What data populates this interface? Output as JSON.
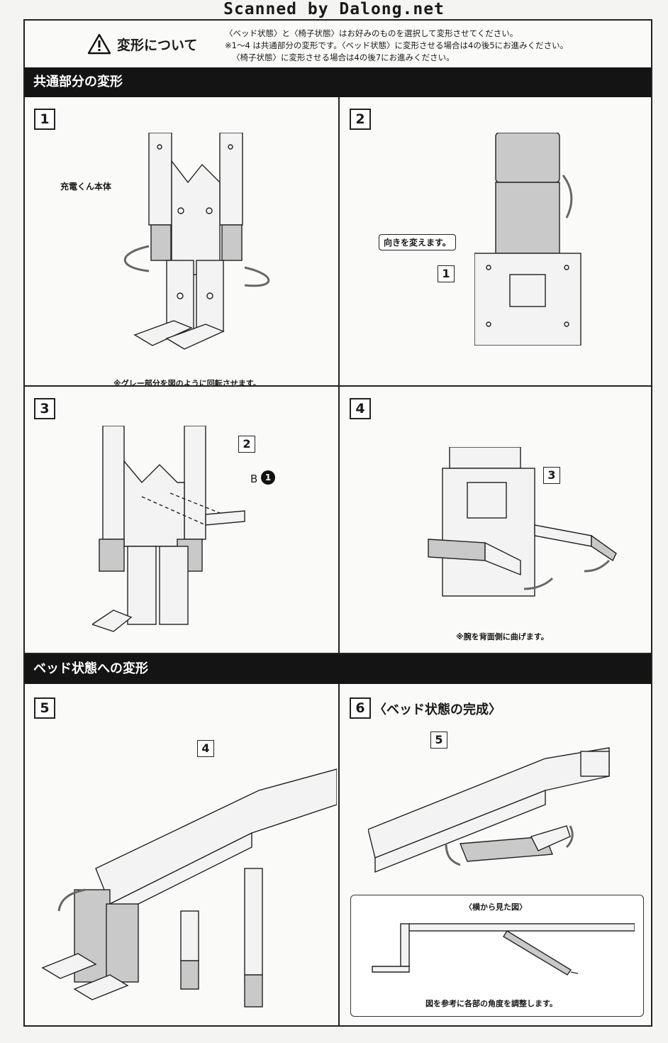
{
  "watermark": "Scanned by Dalong.net",
  "notice": {
    "title": "変形について",
    "line1": "〈ベッド状態〉と〈椅子状態〉はお好みのものを選択して変形させてください。",
    "line2": "※1〜4 は共通部分の変形です。〈ベッド状態〉に変形させる場合は4の後5にお進みください。",
    "line3": "〈椅子状態〉に変形させる場合は4の後7にお進みください。"
  },
  "sections": {
    "common": "共通部分の変形",
    "bed": "ベッド状態への変形"
  },
  "steps": {
    "s1": {
      "num": "1",
      "callout": "充電くん本体",
      "note": "※グレー部分を図のように回転させます。"
    },
    "s2": {
      "num": "2",
      "label": "向きを変えます。",
      "ref": "1"
    },
    "s3": {
      "num": "3",
      "ref": "2",
      "part": "B",
      "part_no": "1"
    },
    "s4": {
      "num": "4",
      "ref": "3",
      "note": "※腕を背面側に曲げます。"
    },
    "s5": {
      "num": "5",
      "ref": "4"
    },
    "s6": {
      "num": "6",
      "title": "〈ベッド状態の完成〉",
      "ref": "5",
      "side_view_title": "〈横から見た図〉",
      "side_view_note": "図を参考に各部の角度を調整します。"
    }
  },
  "icons": {
    "warning": "warning-triangle-icon",
    "part_marker": "filled-circle-number-icon"
  }
}
